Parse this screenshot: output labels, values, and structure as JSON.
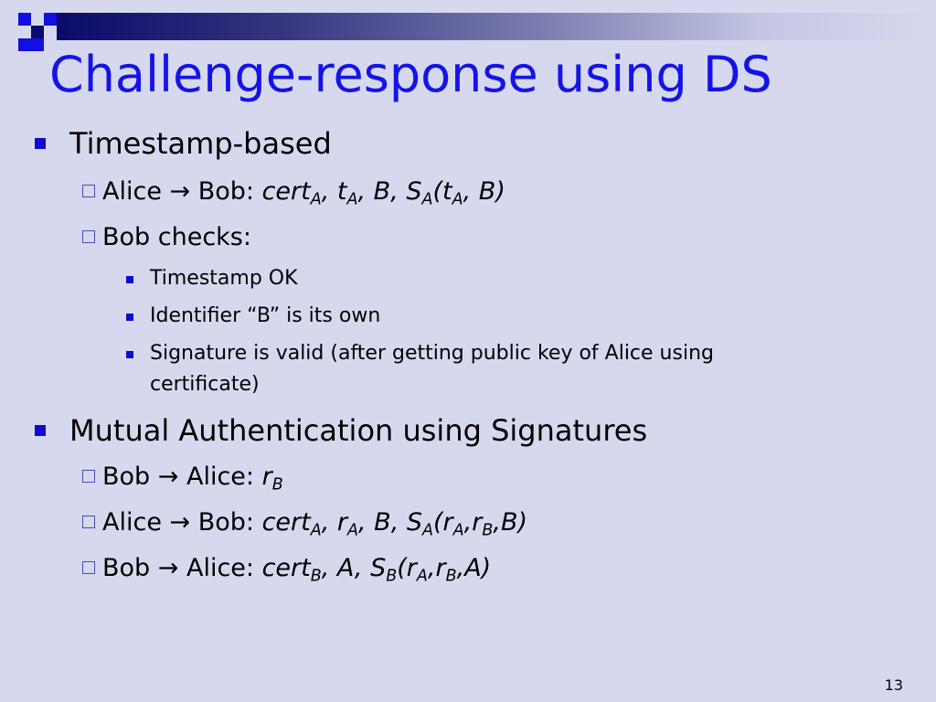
{
  "slide": {
    "title": "Challenge-response using DS",
    "page_number": "13",
    "colors": {
      "background": "#d6d9ee",
      "title": "#1414e8",
      "bullet": "#0d0dd0",
      "bar_dark": "#0a0a6a"
    },
    "sections": [
      {
        "heading": "Timestamp-based",
        "items": [
          {
            "prefix": "Alice → Bob: ",
            "math": [
              "cert",
              "A",
              ", t",
              "A",
              ", B, S",
              "A",
              "(t",
              "A",
              ", B)"
            ]
          },
          {
            "prefix": "Bob checks:"
          }
        ],
        "checks": [
          "Timestamp OK",
          "Identifier “B” is its own",
          "Signature is valid (after getting public key of Alice using",
          "certificate)"
        ]
      },
      {
        "heading": "Mutual Authentication using Signatures",
        "items": [
          {
            "prefix": "Bob → Alice: ",
            "math": [
              "r",
              "B"
            ]
          },
          {
            "prefix": "Alice → Bob: ",
            "math": [
              "cert",
              "A",
              ", r",
              "A",
              ", B, S",
              "A",
              "(r",
              "A",
              ",r",
              "B",
              ",B)"
            ]
          },
          {
            "prefix": "Bob → Alice: ",
            "math": [
              "cert",
              "B",
              ", A, S",
              "B",
              "(r",
              "A",
              ",r",
              "B",
              ",A)"
            ]
          }
        ]
      }
    ]
  }
}
